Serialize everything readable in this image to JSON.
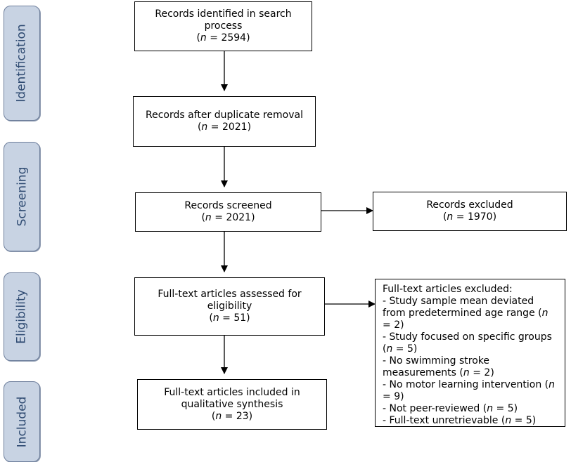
{
  "stages": [
    "Identification",
    "Screening",
    "Eligibility",
    "Included"
  ],
  "boxes": {
    "identified": {
      "lines": [
        "Records identified in search",
        "process"
      ],
      "n": "2594"
    },
    "after_duplicates": {
      "lines": [
        "Records after duplicate removal"
      ],
      "n": "2021"
    },
    "screened": {
      "lines": [
        "Records screened"
      ],
      "n": "2021"
    },
    "excluded": {
      "lines": [
        "Records excluded"
      ],
      "n": "1970"
    },
    "fulltext_assessed": {
      "lines": [
        "Full-text articles assessed for",
        "eligibility"
      ],
      "n": "51"
    },
    "included": {
      "lines": [
        "Full-text articles included in",
        "qualitative synthesis"
      ],
      "n": "23"
    }
  },
  "fulltext_excluded": {
    "title": "Full-text articles excluded:",
    "reasons": [
      {
        "text": "- Study sample mean deviated from predetermined age range",
        "n": "2"
      },
      {
        "text": "- Study focused on specific groups",
        "n": "5"
      },
      {
        "text": "- No swimming stroke measurements",
        "n": "2"
      },
      {
        "text": "- No motor learning intervention",
        "n": "9"
      },
      {
        "text": "- Not peer-reviewed",
        "n": "5"
      },
      {
        "text": "- Full-text unretrievable",
        "n": "5"
      }
    ]
  },
  "n_label": "n",
  "colors": {
    "stage_fill": "#c8d3e3",
    "stage_text": "#2f4b72",
    "stage_border": "#6e7f9c"
  }
}
